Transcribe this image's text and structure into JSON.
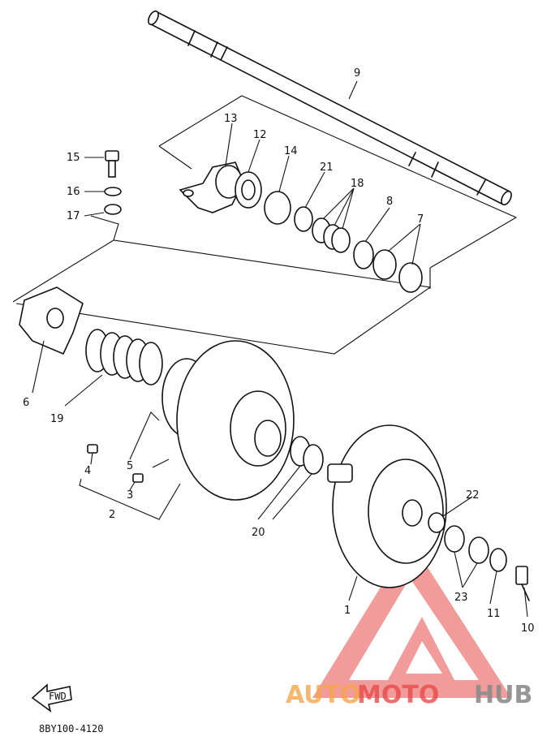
{
  "diagram_code": "8BY100-4120",
  "fwd_label": "FWD",
  "watermark": {
    "part_a": "AUTO",
    "part_b": "MOTO",
    "part_c": "HUB",
    "color_a": "#f4a64b",
    "color_b": "#e84b4b",
    "color_c": "#8c8c8c"
  },
  "callouts": [
    "1",
    "2",
    "3",
    "4",
    "5",
    "6",
    "7",
    "8",
    "9",
    "10",
    "11",
    "12",
    "13",
    "14",
    "15",
    "16",
    "17",
    "18",
    "19",
    "20",
    "21",
    "22",
    "23"
  ]
}
